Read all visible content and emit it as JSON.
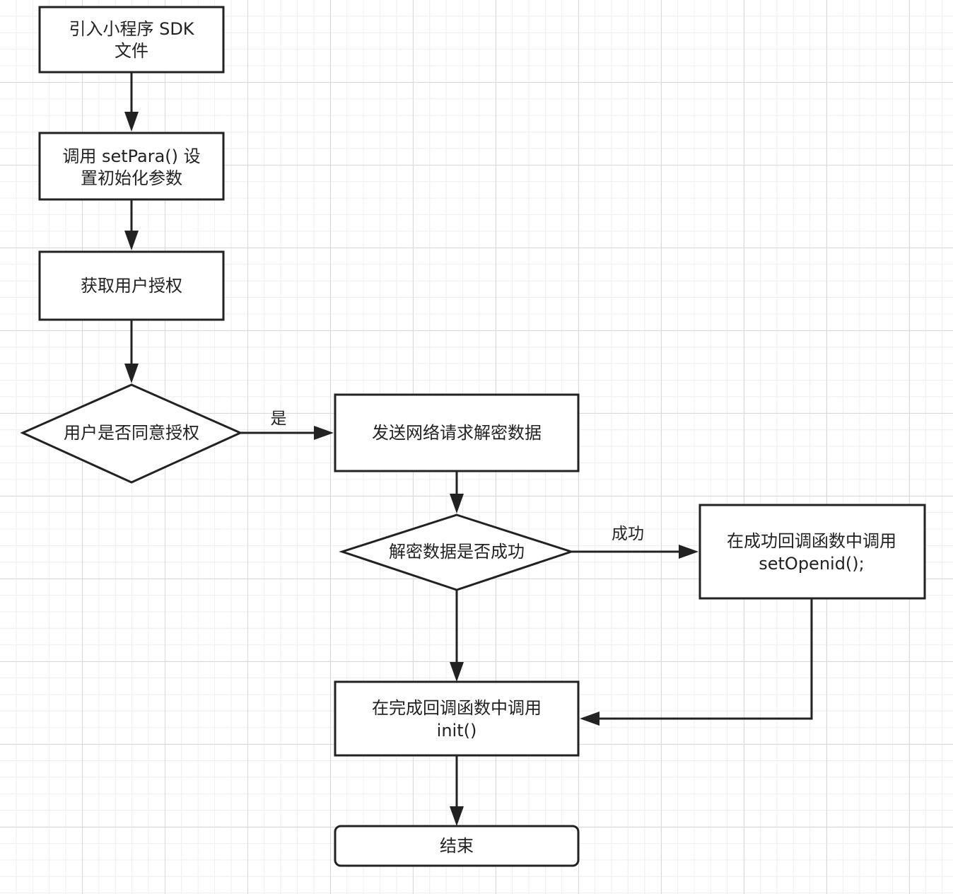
{
  "diagram": {
    "nodes": {
      "sdk": {
        "lines": [
          "引入小程序 SDK",
          "文件"
        ]
      },
      "setpara": {
        "lines": [
          "调用 setPara() 设",
          "置初始化参数"
        ]
      },
      "auth": {
        "lines": [
          "获取用户授权"
        ]
      },
      "agree": {
        "lines": [
          "用户是否同意授权"
        ]
      },
      "request": {
        "lines": [
          "发送网络请求解密数据"
        ]
      },
      "decrypt": {
        "lines": [
          "解密数据是否成功"
        ]
      },
      "success_cb": {
        "lines": [
          "在成功回调函数中调用",
          "setOpenid();"
        ]
      },
      "complete_cb": {
        "lines": [
          "在完成回调函数中调用",
          "init()"
        ]
      },
      "end": {
        "lines": [
          "结束"
        ]
      }
    },
    "edge_labels": {
      "yes": "是",
      "success": "成功"
    }
  }
}
